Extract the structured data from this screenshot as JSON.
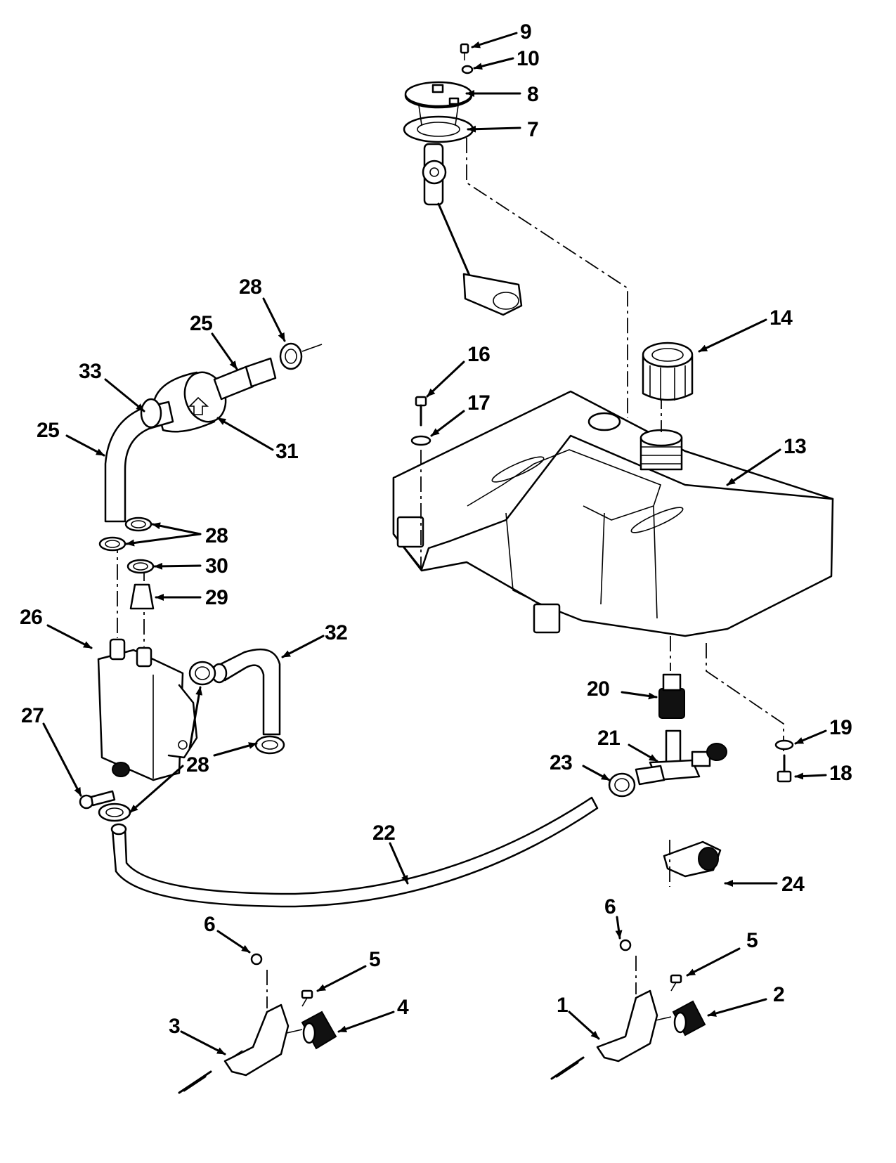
{
  "callouts": {
    "c1": "1",
    "c2": "2",
    "c3": "3",
    "c4": "4",
    "c5a": "5",
    "c5b": "5",
    "c6a": "6",
    "c6b": "6",
    "c7": "7",
    "c8": "8",
    "c9": "9",
    "c10": "10",
    "c13": "13",
    "c14": "14",
    "c16": "16",
    "c17": "17",
    "c18": "18",
    "c19": "19",
    "c20": "20",
    "c21": "21",
    "c22": "22",
    "c23": "23",
    "c24": "24",
    "c25a": "25",
    "c25b": "25",
    "c26": "26",
    "c27": "27",
    "c28a": "28",
    "c28b": "28",
    "c28c": "28",
    "c29": "29",
    "c30": "30",
    "c31": "31",
    "c32": "32",
    "c33": "33"
  }
}
